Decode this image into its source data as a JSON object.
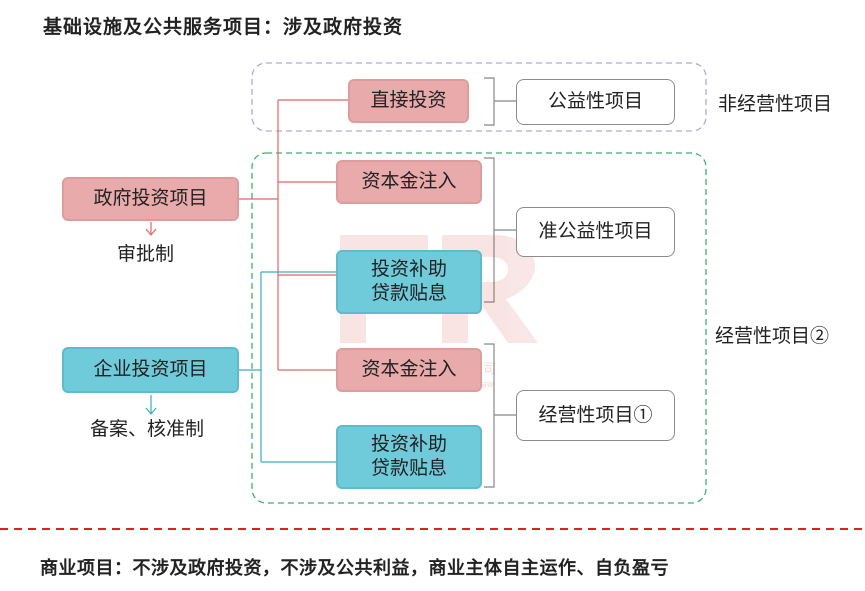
{
  "title": "基础设施及公共服务项目：涉及政府投资",
  "footer": "商业项目：不涉及政府投资，不涉及公共利益，商业主体自主运作、自负盈亏",
  "sources": {
    "gov": "政府投资项目",
    "gov_note": "审批制",
    "ent": "企业投资项目",
    "ent_note": "备案、核准制"
  },
  "methods": {
    "direct": "直接投资",
    "capital_top": "资本金注入",
    "subsidy_top_line1": "投资补助",
    "subsidy_top_line2": "贷款贴息",
    "capital_bottom": "资本金注入",
    "subsidy_bottom_line1": "投资补助",
    "subsidy_bottom_line2": "贷款贴息"
  },
  "types": {
    "public": "公益性项目",
    "quasi": "准公益性项目",
    "operating": "经营性项目①"
  },
  "groups": {
    "non_operating": "非经营性项目",
    "operating": "经营性项目②"
  },
  "watermark": {
    "logo": "FR",
    "cn": "上海法询金融服务有限公司",
    "en": "Financial Regulation & Law"
  },
  "colors": {
    "pink": "#e8aaaa",
    "blue": "#6fcbd9",
    "red_line": "#e06666",
    "teal_line": "#3aaebd",
    "purple_dash": "#b4a7d6",
    "green_dash": "#38b36a",
    "red_dash": "#e02020"
  }
}
